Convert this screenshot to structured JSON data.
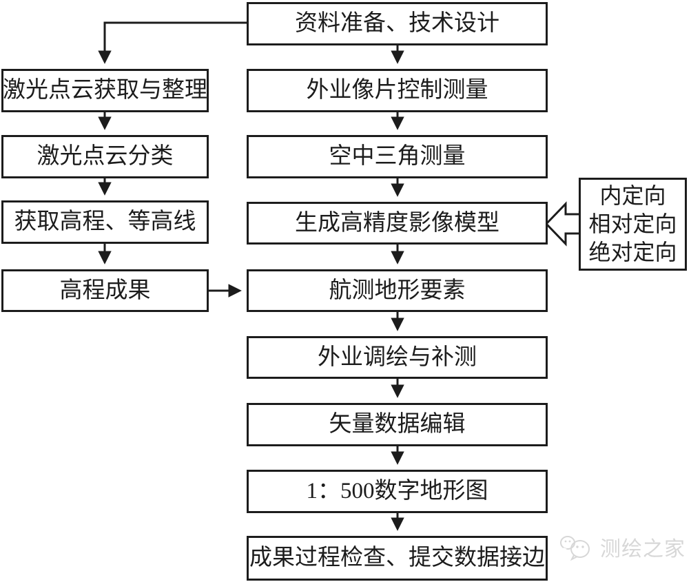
{
  "flowchart": {
    "top_box": {
      "label": "资料准备、技术设计"
    },
    "left_column": [
      {
        "label": "激光点云获取与整理"
      },
      {
        "label": "激光点云分类"
      },
      {
        "label": "获取高程、等高线"
      },
      {
        "label": "高程成果"
      }
    ],
    "main_column": [
      {
        "label": "外业像片控制测量"
      },
      {
        "label": "空中三角测量"
      },
      {
        "label": "生成高精度影像模型"
      },
      {
        "label": "航测地形要素"
      },
      {
        "label": "外业调绘与补测"
      },
      {
        "label": "矢量数据编辑"
      },
      {
        "label": "1：500数字地形图"
      },
      {
        "label": "成果过程检查、提交数据接边"
      }
    ],
    "side_note": {
      "lines": [
        "内定向",
        "相对定向",
        "绝对定向"
      ]
    },
    "colors": {
      "line": "#1c1c1c",
      "box_background": "#ffffff",
      "watermark": "#d7d7d7"
    }
  },
  "watermark": {
    "label": "测绘之家",
    "icon": "wechat-chat-bubbles-icon"
  }
}
